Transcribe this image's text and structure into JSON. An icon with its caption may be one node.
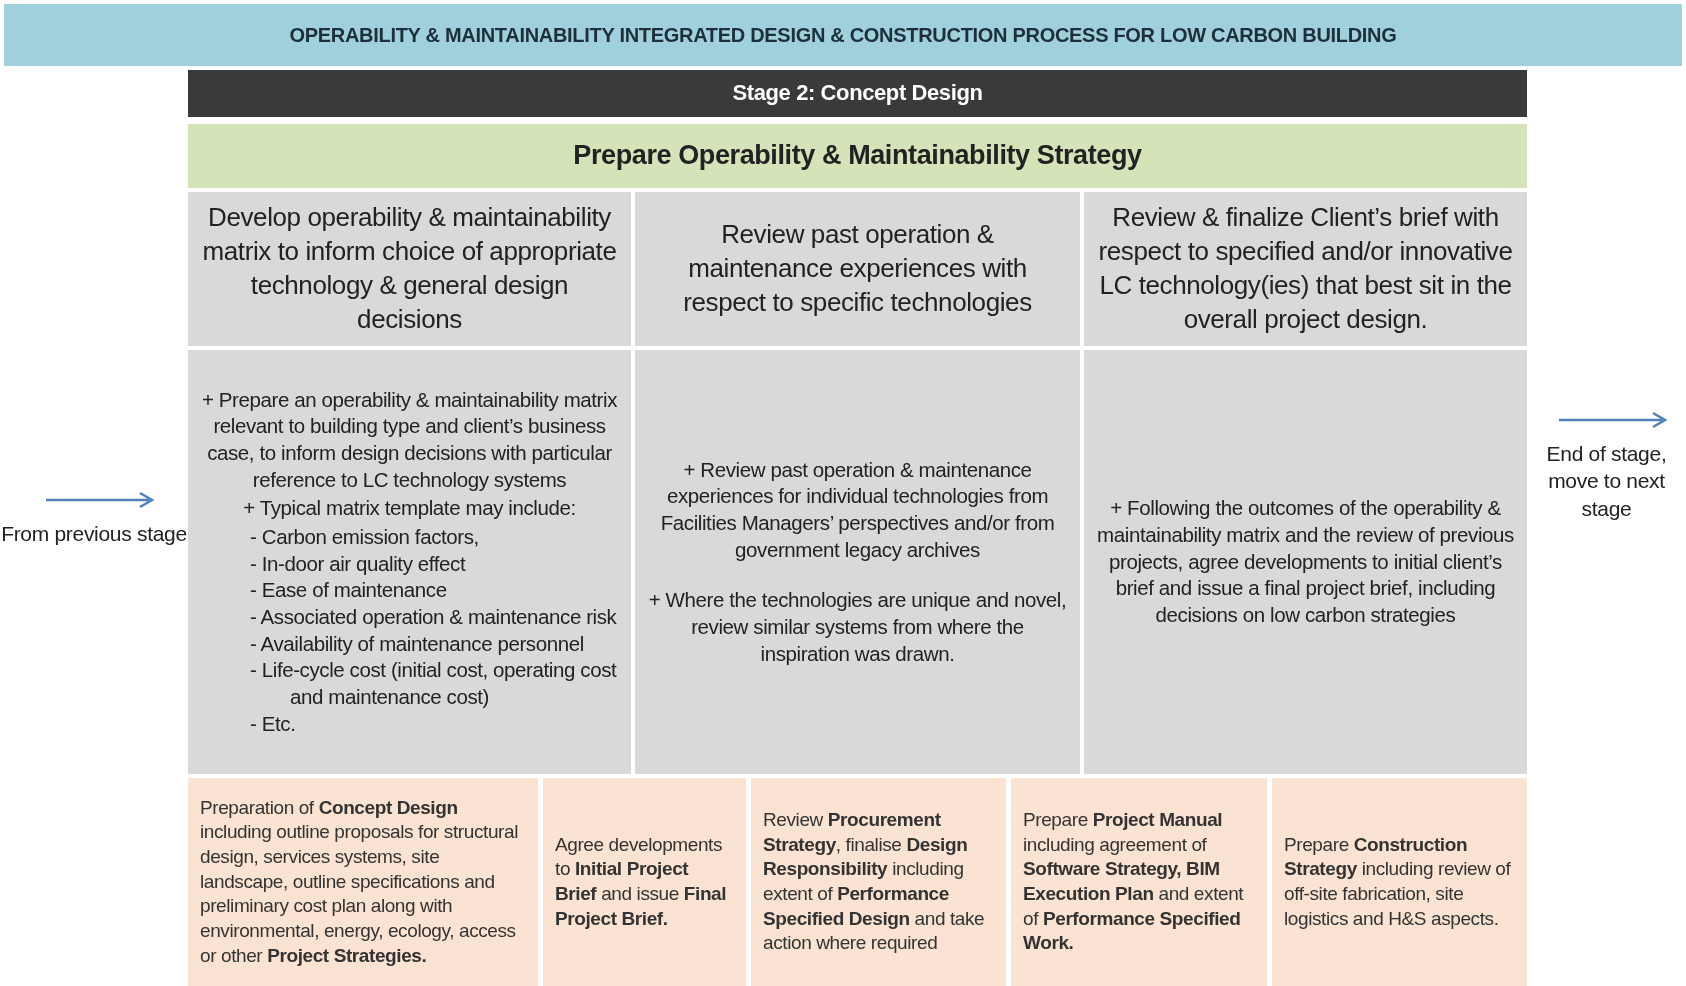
{
  "diagram": {
    "title": "OPERABILITY & MAINTAINABILITY INTEGRATED DESIGN & CONSTRUCTION PROCESS FOR LOW CARBON BUILDING",
    "nodes": [
      {
        "text": [
          "Stage 2: Concept Design"
        ]
      },
      {
        "text": [
          "Prepare Operability & Maintainability Strategy"
        ]
      },
      {
        "text": [
          "Develop operability & maintainability matrix to inform choice of appropriate technology & general design decisions"
        ]
      },
      {
        "text": [
          "Review past operation & maintenance experiences with respect to specific technologies"
        ]
      },
      {
        "text": [
          "Review & finalize Client’s brief with respect to specified and/or innovative LC technology(ies) that best sit in the overall project design."
        ]
      },
      {
        "text": [
          "+ Prepare an operability & maintainability matrix relevant to building type and client’s business case, to inform design decisions with particular reference to LC technology systems",
          "+ Typical matrix template may include:",
          "- Carbon emission factors,",
          "- In-door air quality effect",
          "- Ease of maintenance",
          "- Associated operation & maintenance risk",
          "- Availability of maintenance personnel",
          "- Life-cycle cost (initial cost, operating cost and maintenance cost)",
          "- Etc."
        ]
      },
      {
        "text": [
          "+ Review past operation & maintenance experiences for individual technologies from Facilities Managers’ perspectives and/or from government legacy archives",
          "+ Where the technologies are unique and novel, review similar systems from where the inspiration was drawn."
        ]
      },
      {
        "text": [
          "+ Following the outcomes of the operability & maintainability matrix and the review of previous projects, agree developments to initial client’s brief and issue a final project brief, including decisions on low carbon strategies"
        ]
      },
      {
        "text": [
          "Preparation of **Concept Design** including outline proposals for structural design, services systems, site landscape, outline specifications and preliminary cost plan along with environmental, energy, ecology, access or other **Project Strategies.**"
        ]
      },
      {
        "text": [
          "Agree developments to **Initial Project Brief** and issue **Final Project Brief.**"
        ]
      },
      {
        "text": [
          "Review **Procurement Strategy**, finalise **Design Responsibility** including extent of **Performance Specified Design** and take action where required"
        ]
      },
      {
        "text": [
          "Prepare **Project Manual** including agreement of **Software Strategy, BIM Execution Plan** and extent of **Performance Specified Work.**"
        ]
      },
      {
        "text": [
          "Prepare **Construction Strategy** including review of off-site fabrication, site logistics and H&S aspects."
        ]
      }
    ],
    "edges": [],
    "labels": [
      "From previous stage",
      "End of stage, move to next stage"
    ]
  }
}
